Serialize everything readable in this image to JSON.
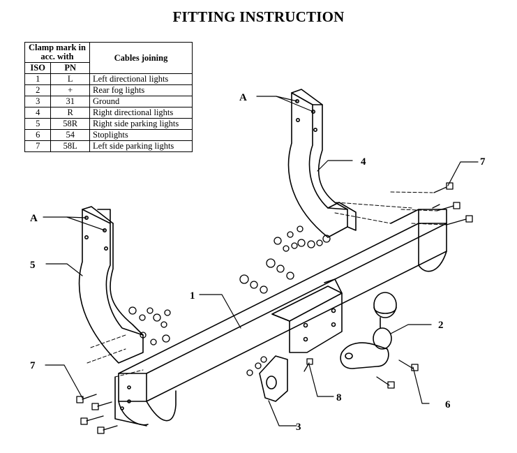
{
  "title": "FITTING INSTRUCTION",
  "table": {
    "header_clamp": "Clamp mark in acc. with",
    "header_cables": "Cables joining",
    "header_iso": "ISO",
    "header_pn": "PN",
    "rows": [
      {
        "iso": "1",
        "pn": "L",
        "desc": "Left directional lights"
      },
      {
        "iso": "2",
        "pn": "+",
        "desc": "Rear fog lights"
      },
      {
        "iso": "3",
        "pn": "31",
        "desc": "Ground"
      },
      {
        "iso": "4",
        "pn": "R",
        "desc": "Right directional lights"
      },
      {
        "iso": "5",
        "pn": "58R",
        "desc": "Right side parking lights"
      },
      {
        "iso": "6",
        "pn": "54",
        "desc": "Stoplights"
      },
      {
        "iso": "7",
        "pn": "58L",
        "desc": "Left side parking lights"
      }
    ]
  },
  "callouts": {
    "a_top": "A",
    "a_left": "A",
    "n1": "1",
    "n2": "2",
    "n3": "3",
    "n4": "4",
    "n5": "5",
    "n6": "6",
    "n7_top": "7",
    "n7_left": "7",
    "n8": "8"
  }
}
